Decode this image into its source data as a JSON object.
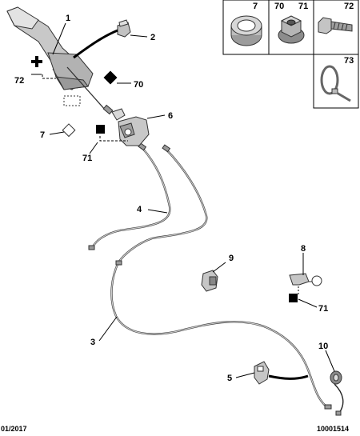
{
  "footer": {
    "date": "01/2017",
    "ref": "10001514"
  },
  "callouts": {
    "c1": "1",
    "c2": "2",
    "c3": "3",
    "c4": "4",
    "c5": "5",
    "c6": "6",
    "c7": "7",
    "c8": "8",
    "c9": "9",
    "c10": "10",
    "c70": "70",
    "c71a": "71",
    "c71b": "71",
    "c72": "72"
  },
  "legend": {
    "box_7": "7",
    "box_70": "70",
    "box_71": "71",
    "box_72": "72",
    "box_73": "73"
  },
  "icons": {
    "plus": "plus-icon",
    "square": "black-square-icon",
    "diamond": "black-diamond-icon",
    "dashed": "dashed-diamond-icon"
  }
}
